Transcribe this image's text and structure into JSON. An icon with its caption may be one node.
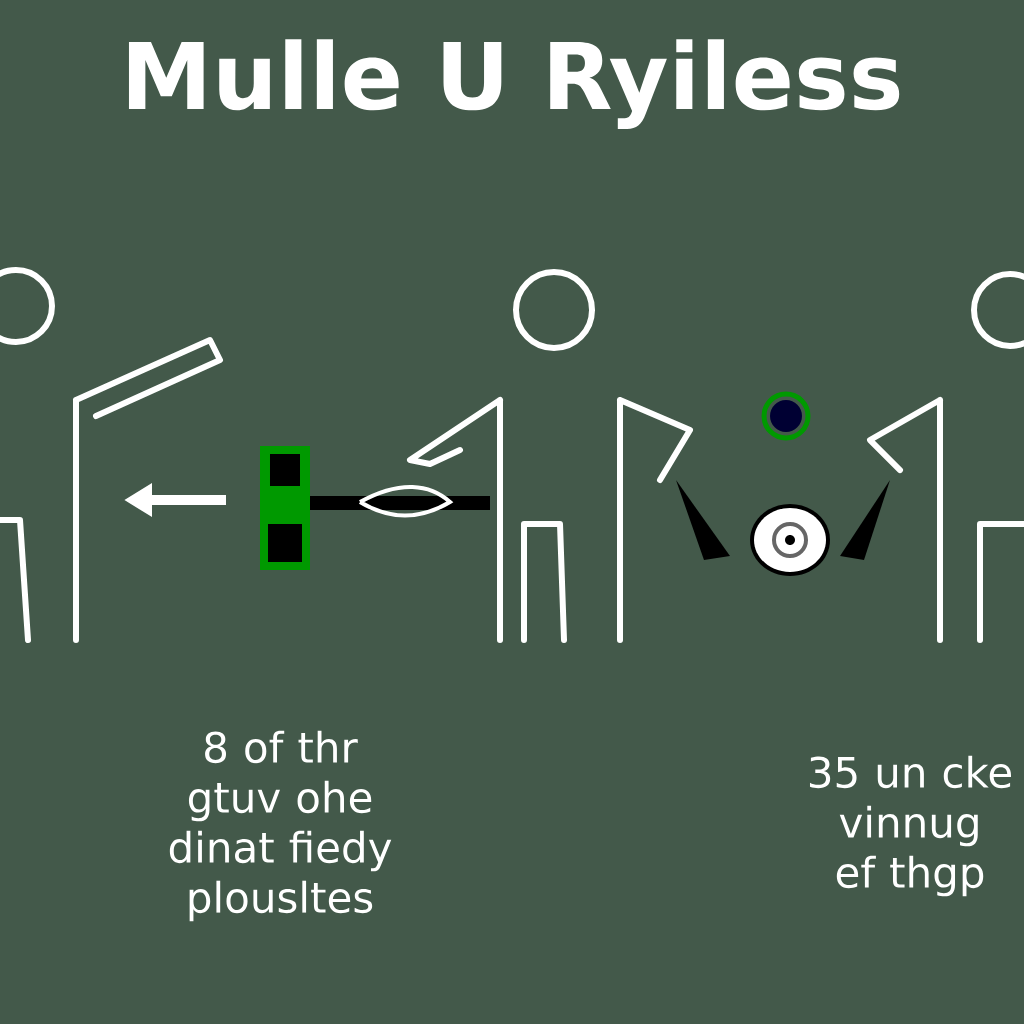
{
  "diagram": {
    "title": "Mulle U Ryiless",
    "labels": [
      "8 of thr gtuv ohe dinat fiedy plousltes",
      "35 un cke vinnug ef thgp"
    ]
  }
}
